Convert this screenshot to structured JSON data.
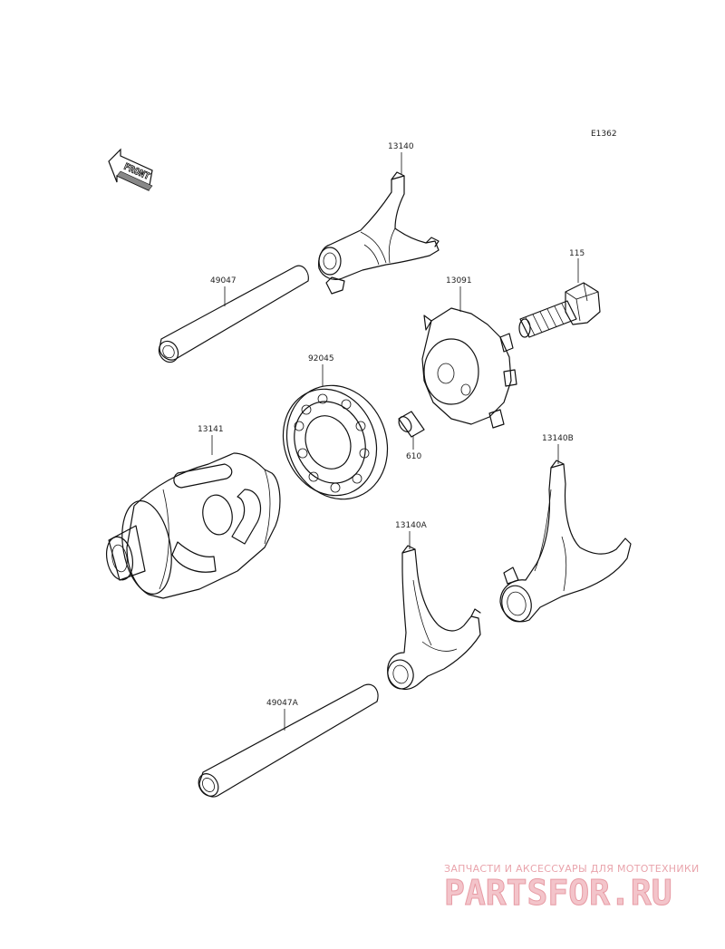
{
  "diagram_code": "E1362",
  "front_label": "FRONT",
  "parts": [
    {
      "id": "p13140",
      "label": "13140"
    },
    {
      "id": "p115",
      "label": "115"
    },
    {
      "id": "p49047",
      "label": "49047"
    },
    {
      "id": "p13091",
      "label": "13091"
    },
    {
      "id": "p92045",
      "label": "92045"
    },
    {
      "id": "p610",
      "label": "610"
    },
    {
      "id": "p13141",
      "label": "13141"
    },
    {
      "id": "p13140B",
      "label": "13140B"
    },
    {
      "id": "p13140A",
      "label": "13140A"
    },
    {
      "id": "p49047A",
      "label": "49047A"
    }
  ],
  "watermark": {
    "tagline": "ЗАПЧАСТИ И АКСЕССУАРЫ ДЛЯ МОТОТЕХНИКИ",
    "brand": "PARTSFOR.RU"
  }
}
